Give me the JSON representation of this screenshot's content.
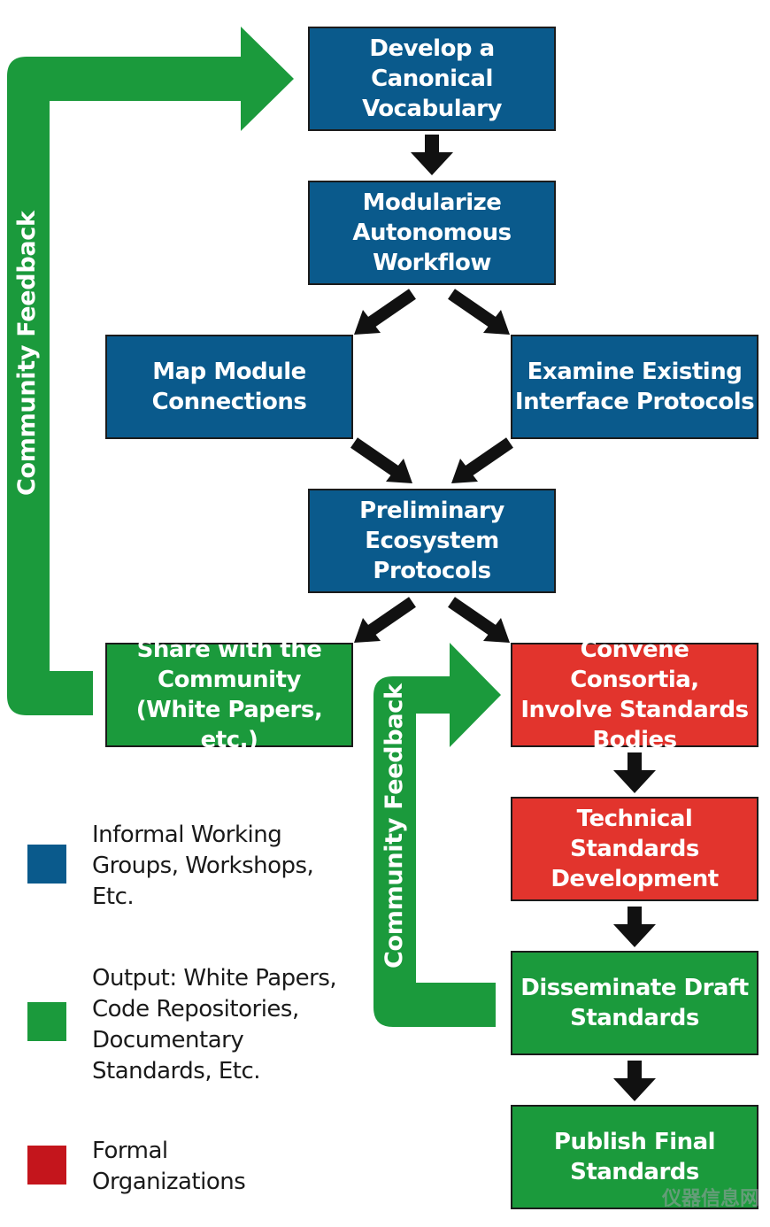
{
  "boxes": {
    "develop_vocabulary": "Develop a Canonical\nVocabulary",
    "modularize_workflow": "Modularize\nAutonomous\nWorkflow",
    "map_module_connections": "Map Module\nConnections",
    "examine_interface_protocols": "Examine Existing\nInterface Protocols",
    "preliminary_protocols": "Preliminary\nEcosystem\nProtocols",
    "share_with_community": "Share with the\nCommunity\n(White Papers, etc.)",
    "convene_consortia": "Convene Consortia,\nInvolve Standards\nBodies",
    "technical_standards": "Technical Standards\nDevelopment",
    "disseminate_draft": "Disseminate Draft\nStandards",
    "publish_final": "Publish Final\nStandards"
  },
  "feedback_labels": {
    "outer": "Community Feedback",
    "inner": "Community Feedback"
  },
  "legend": [
    {
      "text": "Informal Working\nGroups, Workshops,\nEtc.",
      "color": "#0a5a8c"
    },
    {
      "text": "Output: White Papers,\nCode Repositories,\nDocumentary\nStandards, Etc.",
      "color": "#1b9a3c"
    },
    {
      "text": "Formal\nOrganizations",
      "color": "#c4151c"
    }
  ],
  "colors": {
    "informal": "#0a5a8c",
    "output": "#1b9a3c",
    "formal": "#e2342d",
    "arrow": "#111111"
  },
  "watermark": "仪器信息网"
}
